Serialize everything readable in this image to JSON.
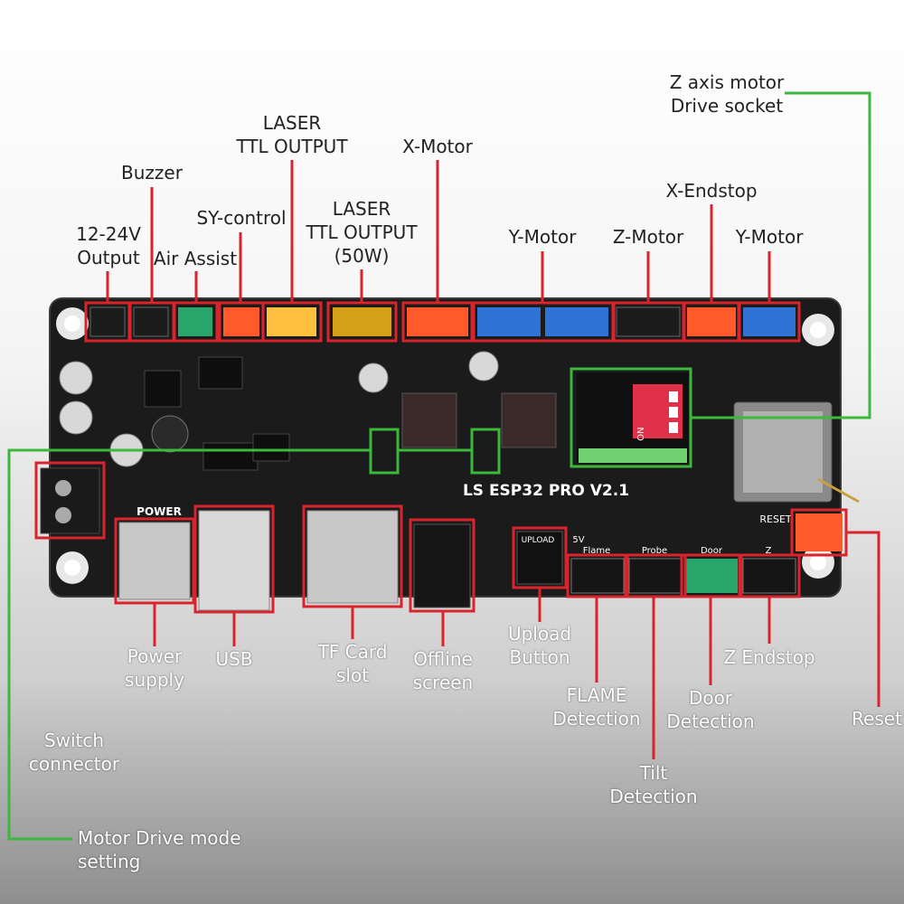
{
  "board_name": "LS  ESP32  PRO  V2.1",
  "silkscreen": {
    "power": "POWER",
    "reset": "RESET",
    "upload": "UPLOAD",
    "flame": "Flame",
    "probe": "Probe",
    "door": "Door",
    "z": "Z",
    "header_5v": "5V",
    "dip": "ON"
  },
  "labels": {
    "output_12_24v": "12-24V\nOutput",
    "buzzer": "Buzzer",
    "air_assist": "Air Assist",
    "sy_control": "SY-control",
    "laser_ttl": "LASER\nTTL OUTPUT",
    "laser_ttl_50w": "LASER\nTTL OUTPUT\n(50W)",
    "x_motor": "X-Motor",
    "y_motor_1": "Y-Motor",
    "z_motor": "Z-Motor",
    "x_endstop": "X-Endstop",
    "y_motor_2": "Y-Motor",
    "z_axis_socket": "Z axis motor\nDrive socket",
    "power_supply": "Power\nsupply",
    "usb": "USB",
    "tf_card": "TF Card\nslot",
    "offline_screen": "Offline\nscreen",
    "upload_button": "Upload\nButton",
    "flame_detection": "FLAME\nDetection",
    "tilt_detection": "Tilt\nDetection",
    "door_detection": "Door\nDetection",
    "z_endstop": "Z Endstop",
    "reset": "Reset",
    "switch_connector": "Switch\nconnector",
    "motor_drive_mode": "Motor Drive mode setting"
  },
  "colors": {
    "callout_red": "#d9232d",
    "callout_green": "#3db83d",
    "pcb": "#1b1b1b",
    "connector_blue": "#2f73d6",
    "connector_red": "#ff5a2a",
    "connector_green": "#27a56b",
    "connector_yellow": "#ffc040"
  }
}
